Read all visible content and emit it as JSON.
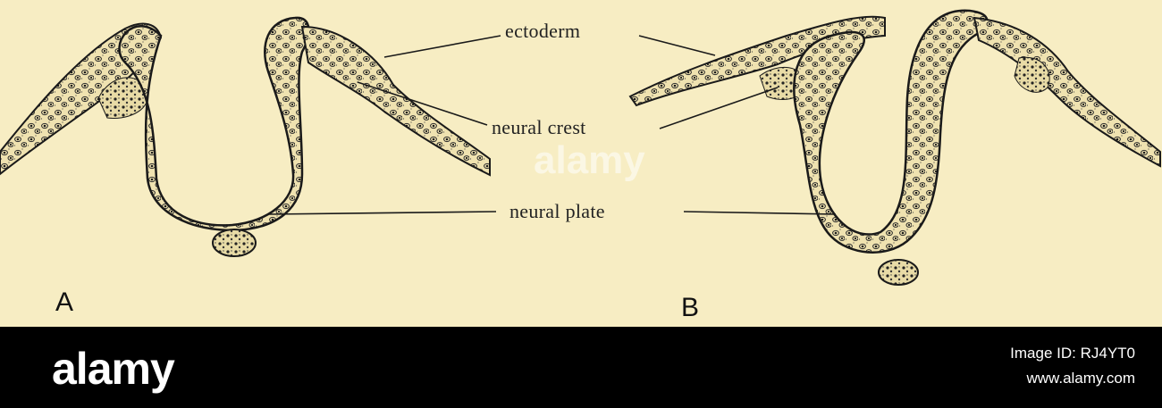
{
  "figure": {
    "labels": {
      "ectoderm": "ectoderm",
      "neural_crest": "neural crest",
      "neural_plate": "neural plate"
    },
    "panels": [
      "A",
      "B"
    ],
    "watermark": "alamy"
  },
  "footer": {
    "brand": "alamy",
    "image_id": "Image ID: RJ4YT0",
    "site": "www.alamy.com"
  },
  "colors": {
    "paper": "#f7edc3",
    "ink": "#1a1a1a",
    "footer_bg": "#000000"
  }
}
